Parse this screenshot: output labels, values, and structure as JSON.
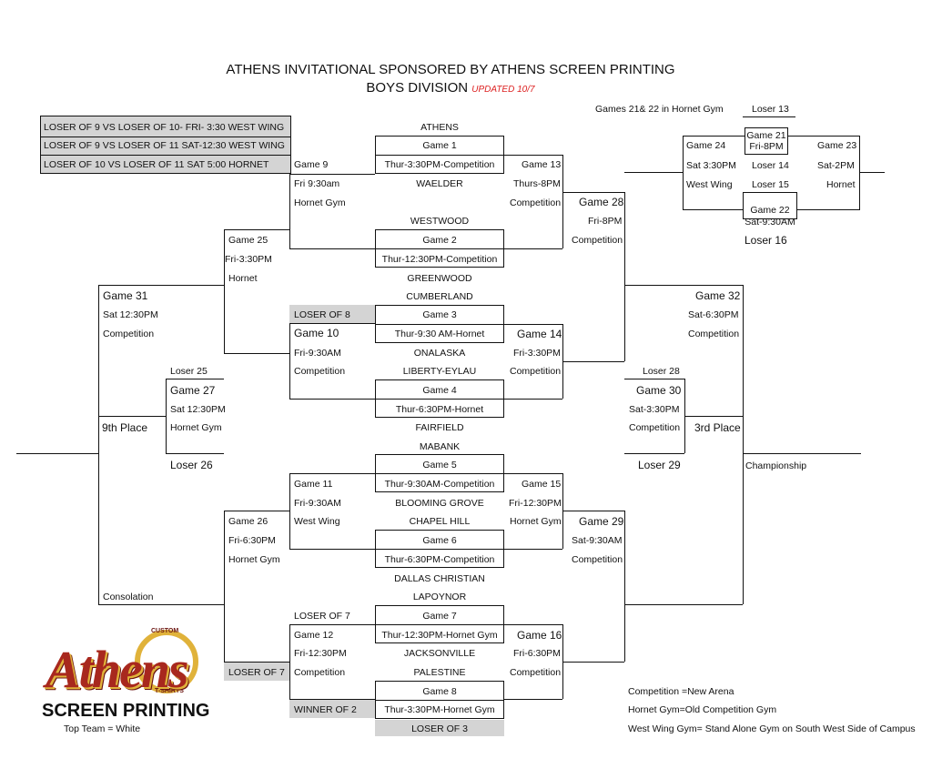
{
  "header": {
    "title": "ATHENS INVITATIONAL SPONSORED BY ATHENS SCREEN PRINTING",
    "subtitle": "BOYS DIVISION",
    "updated": "UPDATED 10/7"
  },
  "legend_box": [
    "LOSER OF 9 VS LOSER OF 10- FRI- 3:30 WEST WING",
    "LOSER OF 9 VS LOSER OF 11 SAT-12:30 WEST WING",
    "LOSER OF 10 VS LOSER OF 11 SAT 5:00 HORNET"
  ],
  "pool": {
    "note": "Games 21& 22 in Hornet Gym",
    "loser13": "Loser 13",
    "g21": "Game 21",
    "g21_time": "Fri-8PM",
    "g24": "Game 24",
    "g24_time": "Sat 3:30PM",
    "g24_loc": "West Wing",
    "loser14": "Loser 14",
    "loser15": "Loser 15",
    "g22": "Game 22",
    "g22_time": "Sat-9:30AM",
    "loser16": "Loser 16",
    "g23": "Game 23",
    "g23_time": "Sat-2PM",
    "g23_loc": "Hornet"
  },
  "games": {
    "g1": {
      "top": "ATHENS",
      "name": "Game 1",
      "time": "Thur-3:30PM-Competition",
      "bottom": "WAELDER"
    },
    "g2": {
      "top": "WESTWOOD",
      "name": "Game 2",
      "time": "Thur-12:30PM-Competition",
      "bottom": "GREENWOOD"
    },
    "g3": {
      "top": "CUMBERLAND",
      "name": "Game 3",
      "time": "Thur-9:30 AM-Hornet",
      "bottom": "ONALASKA"
    },
    "g4": {
      "top": "LIBERTY-EYLAU",
      "name": "Game 4",
      "time": "Thur-6:30PM-Hornet",
      "bottom": "FAIRFIELD"
    },
    "g5": {
      "top": "MABANK",
      "name": "Game 5",
      "time": "Thur-9:30AM-Competition",
      "bottom": "BLOOMING GROVE"
    },
    "g6": {
      "top": "CHAPEL HILL",
      "name": "Game 6",
      "time": "Thur-6:30PM-Competition",
      "bottom": "DALLAS CHRISTIAN"
    },
    "g7": {
      "top": "LAPOYNOR",
      "name": "Game 7",
      "time": "Thur-12:30PM-Hornet Gym",
      "bottom": "JACKSONVILLE"
    },
    "g8": {
      "top": "PALESTINE",
      "name": "Game 8",
      "time": "Thur-3:30PM-Hornet Gym",
      "bottom": "LOSER OF 3"
    }
  },
  "left": {
    "g9": {
      "name": "Game 9",
      "time": "Fri 9:30am",
      "loc": "Hornet Gym"
    },
    "g10": {
      "top": "LOSER OF 8",
      "name": "Game 10",
      "time": "Fri-9:30AM",
      "loc": "Competition"
    },
    "g11": {
      "name": "Game 11",
      "time": "Fri-9:30AM",
      "loc": "West Wing"
    },
    "g12": {
      "top": "LOSER OF 7",
      "name": "Game 12",
      "time": "Fri-12:30PM",
      "loc": "Competition",
      "bottom": "WINNER OF 2"
    },
    "g25": {
      "name": "Game 25",
      "time": "Fri-3:30PM",
      "loc": "Hornet"
    },
    "g26": {
      "name": "Game 26",
      "time": "Fri-6:30PM",
      "loc": "Hornet Gym",
      "bottom": "LOSER OF 7"
    },
    "g27": {
      "top": "Loser 25",
      "name": "Game 27",
      "time": "Sat 12:30PM",
      "loc": "Hornet Gym",
      "bottom": "Loser 26"
    },
    "g31": {
      "name": "Game 31",
      "time": "Sat 12:30PM",
      "loc": "Competition"
    },
    "ninth": "9th Place",
    "consolation": "Consolation"
  },
  "right": {
    "g13": {
      "name": "Game 13",
      "time": "Thurs-8PM",
      "loc": "Competition"
    },
    "g14": {
      "name": "Game 14",
      "time": "Fri-3:30PM",
      "loc": "Competition"
    },
    "g15": {
      "name": "Game 15",
      "time": "Fri-12:30PM",
      "loc": "Hornet Gym"
    },
    "g16": {
      "name": "Game 16",
      "time": "Fri-6:30PM",
      "loc": "Competition"
    },
    "g28": {
      "name": "Game 28",
      "time": "Fri-8PM",
      "loc": "Competition"
    },
    "g29": {
      "name": "Game 29",
      "time": "Sat-9:30AM",
      "loc": "Competition"
    },
    "g30": {
      "top": "Loser 28",
      "name": "Game 30",
      "time": "Sat-3:30PM",
      "loc": "Competition",
      "bottom": "Loser 29"
    },
    "g32": {
      "name": "Game 32",
      "time": "Sat-6:30PM",
      "loc": "Competition"
    },
    "third": "3rd Place",
    "championship": "Championship"
  },
  "footer": {
    "top_team": "Top Team = White",
    "key1": "Competition =New Arena",
    "key2": "Hornet Gym=Old Competition Gym",
    "key3": "West Wing Gym= Stand Alone Gym on South West Side of Campus"
  },
  "logo": {
    "word": "Athens",
    "bar": "SCREEN PRINTING",
    "ring_top": "CUSTOM",
    "ring_bottom": "T-SHIRTS"
  }
}
